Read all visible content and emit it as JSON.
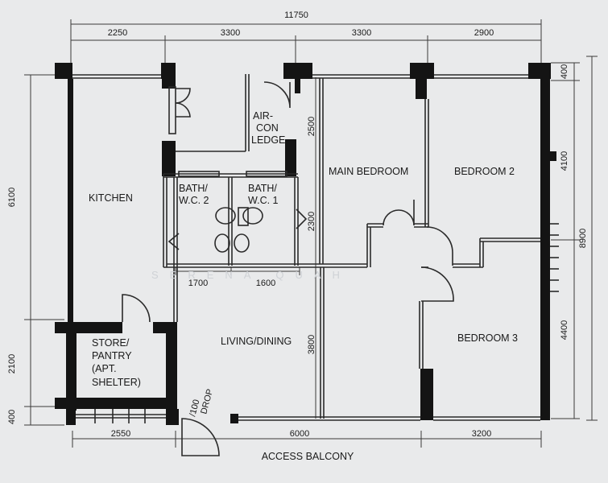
{
  "plan": {
    "overall_width": "11750",
    "top_dims": [
      "2250",
      "3300",
      "3300",
      "2900"
    ],
    "bottom_dims": [
      "2550",
      "6000",
      "3200"
    ],
    "left_dims": [
      "6100",
      "2100",
      "400"
    ],
    "right_dims": [
      "400",
      "4100",
      "4400"
    ],
    "overall_depth": "8900",
    "inner_dims": {
      "bath_w1": "1700",
      "bath_w2": "1600",
      "mb_upper": "2500",
      "mb_lower": "2300",
      "living_depth": "3800"
    },
    "rooms": {
      "kitchen": "KITCHEN",
      "aircon": [
        "AIR-",
        "CON",
        "LEDGE"
      ],
      "bath2": [
        "BATH/",
        "W.C. 2"
      ],
      "bath1": [
        "BATH/",
        "W.C. 1"
      ],
      "main_bedroom": "MAIN BEDROOM",
      "bedroom2": "BEDROOM 2",
      "bedroom3": "BEDROOM 3",
      "living_dining": "LIVING/DINING",
      "store": [
        "STORE/",
        "PANTRY",
        "(APT.",
        "SHELTER)"
      ]
    },
    "drop_label": [
      "/100",
      "DROP"
    ],
    "access_balcony": "ACCESS BALCONY",
    "watermark": "SERENA QUAH"
  }
}
